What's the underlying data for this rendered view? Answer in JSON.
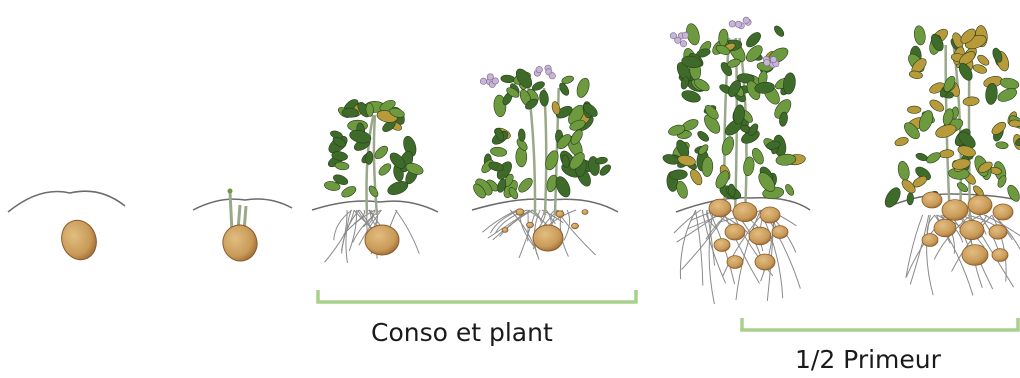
{
  "brackets": [
    {
      "label": "Conso et plant",
      "color": "#a9d18e"
    },
    {
      "label": "1/2 Primeur",
      "color": "#a9d18e"
    }
  ],
  "colors": {
    "soil_line": "#6b6b6b",
    "tuber": "#c89a58",
    "tuber_dark": "#a0703a",
    "leaf": "#3f6b2a",
    "leaf_light": "#6e9a3f",
    "leaf_yellow": "#b89a3a",
    "stem": "#9aa88a",
    "root": "#8a8a8a",
    "flower": "#c8b4d8"
  },
  "stages": [
    {
      "name": "tuber-planted"
    },
    {
      "name": "sprouting"
    },
    {
      "name": "leaf-development"
    },
    {
      "name": "tuber-initiation"
    },
    {
      "name": "flowering-bulking"
    },
    {
      "name": "maturation"
    }
  ]
}
